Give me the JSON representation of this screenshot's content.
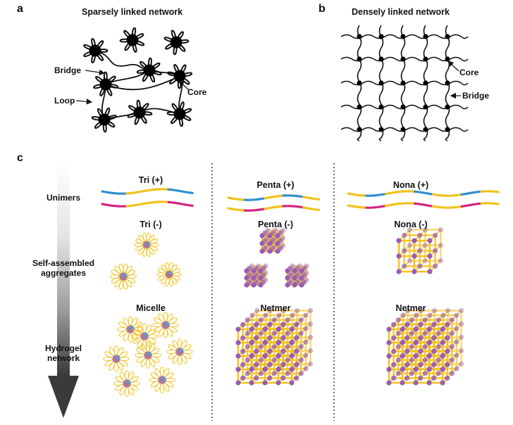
{
  "panel_a": {
    "letter": "a",
    "title": "Sparsely linked network",
    "labels": {
      "bridge": "Bridge",
      "loop": "Loop",
      "core": "Core"
    }
  },
  "panel_b": {
    "letter": "b",
    "title": "Densely linked network",
    "labels": {
      "core": "Core",
      "bridge": "Bridge"
    }
  },
  "panel_c": {
    "letter": "c",
    "side_labels": {
      "unimers": "Unimers",
      "aggregates_line1": "Self-assembled",
      "aggregates_line2": "aggregates",
      "hydrogel_line1": "Hydrogel",
      "hydrogel_line2": "network"
    },
    "columns": [
      {
        "plus": "Tri (+)",
        "minus": "Tri (-)",
        "network": "Micelle"
      },
      {
        "plus": "Penta (+)",
        "minus": "Penta (-)",
        "network": "Netmer"
      },
      {
        "plus": "Nona (+)",
        "minus": "Nona (-)",
        "network": "Netmer"
      }
    ],
    "colors": {
      "backbone": "#f2c21b",
      "cationic": "#2f8fd2",
      "anionic": "#d2247f",
      "core": "#9a5bb8"
    }
  }
}
